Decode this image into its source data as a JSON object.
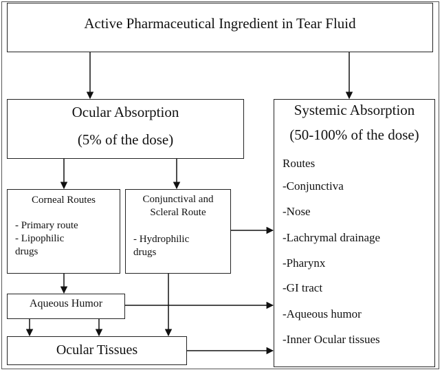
{
  "title": "Active Pharmaceutical Ingredient in Tear Fluid",
  "ocular": {
    "title": "Ocular Absorption",
    "dose": "(5% of the dose)"
  },
  "systemic": {
    "title": "Systemic Absorption",
    "dose": "(50-100% of the dose)",
    "routes_label": "Routes",
    "routes": [
      "-Conjunctiva",
      "-Nose",
      "-Lachrymal drainage",
      "-Pharynx",
      "-GI tract",
      "-Aqueous humor",
      "-Inner Ocular tissues"
    ]
  },
  "corneal": {
    "title": "Corneal Routes",
    "items": [
      "- Primary route",
      "- Lipophilic",
      "drugs"
    ]
  },
  "conjunctival": {
    "title_lines": [
      "Conjunctival and",
      "Scleral Route"
    ],
    "items": [
      "- Hydrophilic",
      "drugs"
    ]
  },
  "aqueous": {
    "label": "Aqueous Humor"
  },
  "tissues": {
    "label": "Ocular Tissues"
  }
}
